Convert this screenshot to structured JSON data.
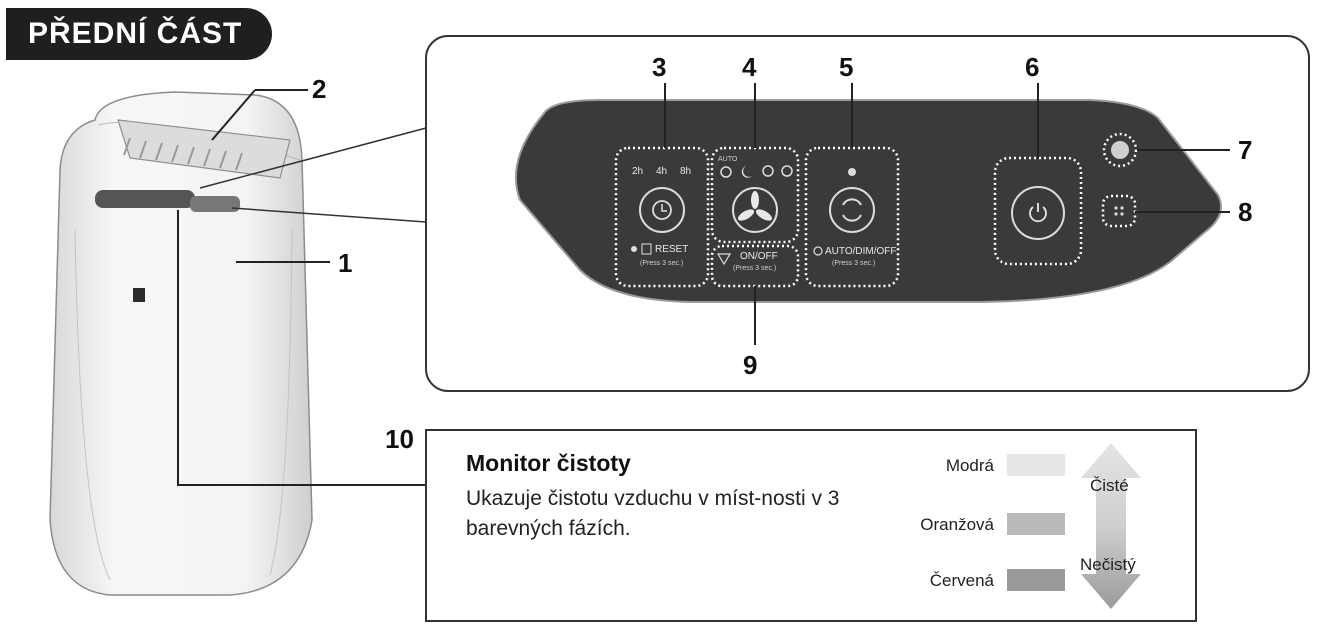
{
  "title": "PŘEDNÍ ČÁST",
  "callouts": [
    "1",
    "2",
    "3",
    "4",
    "5",
    "6",
    "7",
    "8",
    "9",
    "10"
  ],
  "panel": {
    "timer_options": [
      "2h",
      "4h",
      "8h"
    ],
    "reset_label": "RESET",
    "reset_hint": "(Press 3 sec.)",
    "mode_small": "AUTO",
    "onoff_label": "ON/OFF",
    "onoff_hint": "(Press 3 sec.)",
    "dim_label": "AUTO/DIM/OFF",
    "dim_hint": "(Press 3 sec.)"
  },
  "monitor": {
    "title": "Monitor čistoty",
    "description": "Ukazuje čistotu vzduchu v míst-nosti v 3 barevných fázích.",
    "levels": [
      {
        "label": "Modrá",
        "color": "#e6e6e6"
      },
      {
        "label": "Oranžová",
        "color": "#b9b9b9"
      },
      {
        "label": "Červená",
        "color": "#9a9a9a"
      }
    ],
    "clean_label": "Čisté",
    "dirty_label": "Nečistý"
  },
  "colors": {
    "panel": "#3a3a3a",
    "badge": "#1f1f1f"
  }
}
